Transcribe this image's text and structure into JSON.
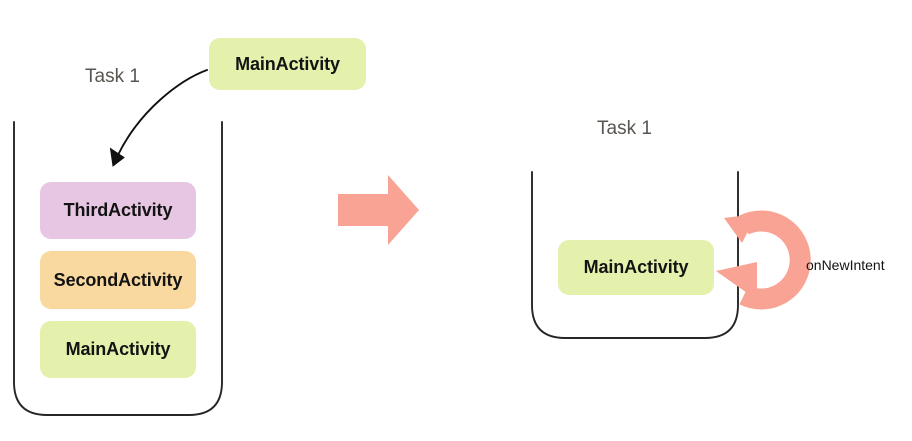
{
  "diagram": {
    "title": "Android launchMode singleTop / singleTask onNewIntent task stack transition",
    "background": "#ffffff",
    "palette": {
      "green": "#e3f1ad",
      "orange": "#fad9a0",
      "purple": "#e6c6e2",
      "salmon": "#f9a394",
      "stroke": "#262626",
      "task_label_color": "#595550",
      "box_text_color": "#131313"
    },
    "left": {
      "task_label": "Task 1",
      "incoming_activity": "MainActivity",
      "stack": [
        {
          "label": "ThirdActivity",
          "color": "#e6c6e2"
        },
        {
          "label": "SecondActivity",
          "color": "#fad9a0"
        },
        {
          "label": "MainActivity",
          "color": "#e3f1ad"
        }
      ],
      "arrow": {
        "kind": "curved-arrow",
        "from": "MainActivity",
        "to": "task-stack-top"
      }
    },
    "transition": {
      "icon": "right-arrow-icon",
      "color": "#f9a394"
    },
    "right": {
      "task_label": "Task 1",
      "stack": [
        {
          "label": "MainActivity",
          "color": "#e3f1ad"
        }
      ],
      "loop": {
        "icon": "circular-refresh-arrow-icon",
        "label": "onNewIntent",
        "color": "#f9a394"
      }
    }
  }
}
